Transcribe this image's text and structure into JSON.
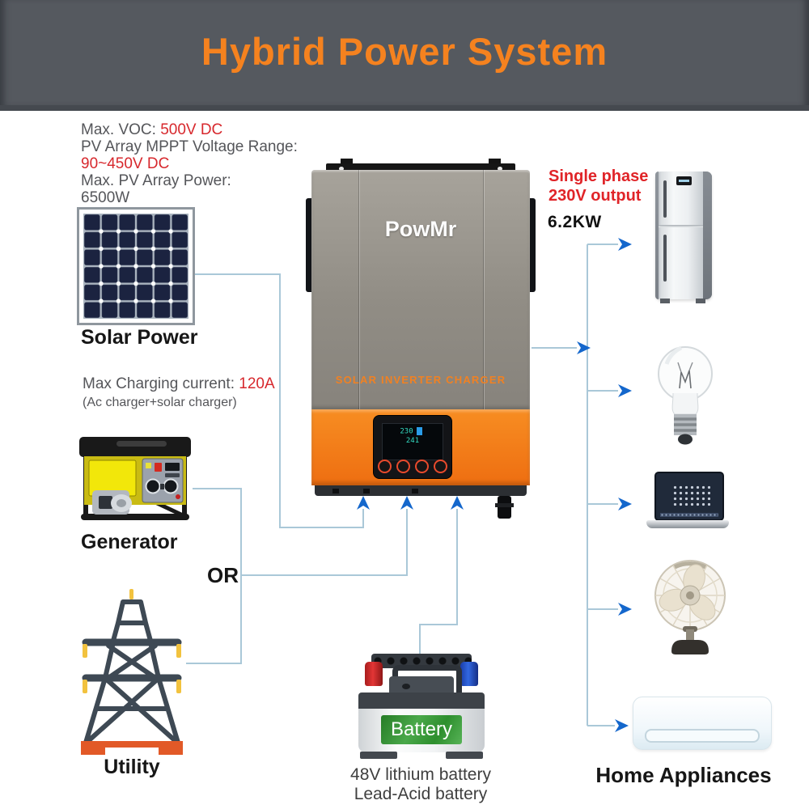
{
  "title": "Hybrid Power System",
  "pv_specs": {
    "voc_label": "Max. VOC: ",
    "voc_value": "500V DC",
    "mppt_label": "PV Array MPPT Voltage Range:",
    "mppt_value": "90~450V DC",
    "power_label": "Max. PV Array Power:",
    "power_value": "6500W"
  },
  "solar": {
    "label": "Solar Power"
  },
  "charging": {
    "label": "Max Charging current: ",
    "value": "120A",
    "note": "(Ac charger+solar charger)"
  },
  "generator": {
    "label": "Generator"
  },
  "or_label": "OR",
  "utility": {
    "label": "Utility"
  },
  "inverter": {
    "brand": "PowMr",
    "tagline": "SOLAR INVERTER CHARGER",
    "display_row1": "230",
    "display_row2": "241"
  },
  "battery": {
    "badge": "Battery",
    "line1": "48V lithium battery",
    "line2": "Lead-Acid battery"
  },
  "output": {
    "phase_line1": "Single phase",
    "phase_line2": "230V output",
    "power": "6.2KW"
  },
  "appliances": {
    "label": "Home Appliances",
    "items": [
      "refrigerator",
      "light bulb",
      "laptop",
      "fan",
      "air conditioner"
    ]
  },
  "icons": {
    "sources": [
      "solar-panel-icon",
      "generator-icon",
      "utility-tower-icon",
      "battery-icon",
      "inverter-image"
    ],
    "loads": [
      "refrigerator-icon",
      "light-bulb-icon",
      "laptop-icon",
      "fan-icon",
      "air-conditioner-icon"
    ]
  },
  "colors": {
    "header_bg": "#55595f",
    "title_orange": "#f5821f",
    "wire": "#aac8d8",
    "arrow_blue": "#1467cc",
    "value_red": "#d7282d",
    "inverter_orange": "#f0781e"
  }
}
